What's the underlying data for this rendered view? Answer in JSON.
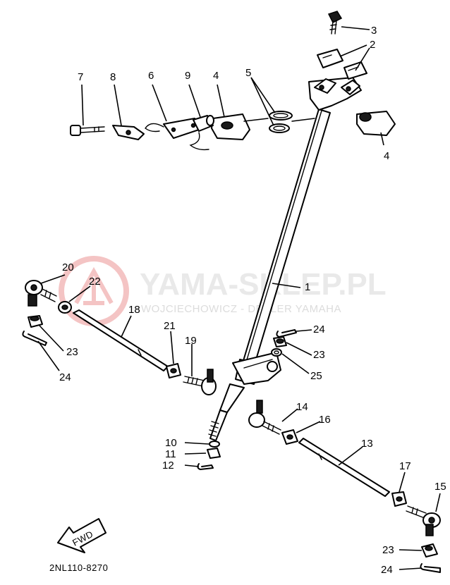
{
  "diagram": {
    "drawing_code": "2NL110-8270",
    "fwd_label": "FWD",
    "watermark": {
      "brand": "YAMA-SKLEP.PL",
      "dealer": "WOJCIECHOWICZ - DEALER YAMAHA",
      "logo": "yamaha-logo",
      "colors": {
        "logo": "#f2b8b8",
        "text": "#e6e6e6"
      }
    },
    "part_labels": {
      "p1": "1",
      "p2": "2",
      "p3": "3",
      "p4a": "4",
      "p4b": "4",
      "p5": "5",
      "p6": "6",
      "p7": "7",
      "p8": "8",
      "p9": "9",
      "p10": "10",
      "p11": "11",
      "p12": "12",
      "p13": "13",
      "p14": "14",
      "p15": "15",
      "p16": "16",
      "p17": "17",
      "p18": "18",
      "p19": "19",
      "p20": "20",
      "p21": "21",
      "p22": "22",
      "p23a": "23",
      "p23b": "23",
      "p23c": "23",
      "p24a": "24",
      "p24b": "24",
      "p24c": "24",
      "p25": "25"
    }
  }
}
